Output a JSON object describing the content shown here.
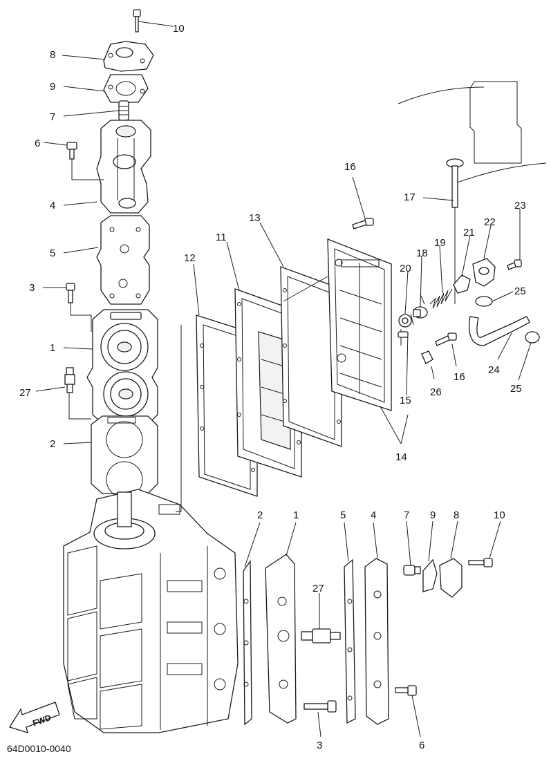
{
  "diagram": {
    "reference_code": "64D0010-0040",
    "direction_label": "FWD",
    "callouts": [
      {
        "id": "c10a",
        "label": "10"
      },
      {
        "id": "c8a",
        "label": "8"
      },
      {
        "id": "c9a",
        "label": "9"
      },
      {
        "id": "c7a",
        "label": "7"
      },
      {
        "id": "c6a",
        "label": "6"
      },
      {
        "id": "c4a",
        "label": "4"
      },
      {
        "id": "c5a",
        "label": "5"
      },
      {
        "id": "c3a",
        "label": "3"
      },
      {
        "id": "c1a",
        "label": "1"
      },
      {
        "id": "c27a",
        "label": "27"
      },
      {
        "id": "c2a",
        "label": "2"
      },
      {
        "id": "c12",
        "label": "12"
      },
      {
        "id": "c11",
        "label": "11"
      },
      {
        "id": "c13",
        "label": "13"
      },
      {
        "id": "c16a",
        "label": "16"
      },
      {
        "id": "c17",
        "label": "17"
      },
      {
        "id": "c23",
        "label": "23"
      },
      {
        "id": "c22",
        "label": "22"
      },
      {
        "id": "c21",
        "label": "21"
      },
      {
        "id": "c19",
        "label": "19"
      },
      {
        "id": "c18",
        "label": "18"
      },
      {
        "id": "c20",
        "label": "20"
      },
      {
        "id": "c25a",
        "label": "25"
      },
      {
        "id": "c16b",
        "label": "16"
      },
      {
        "id": "c24",
        "label": "24"
      },
      {
        "id": "c25b",
        "label": "25"
      },
      {
        "id": "c26",
        "label": "26"
      },
      {
        "id": "c15",
        "label": "15"
      },
      {
        "id": "c14",
        "label": "14"
      },
      {
        "id": "c2b",
        "label": "2"
      },
      {
        "id": "c1b",
        "label": "1"
      },
      {
        "id": "c5b",
        "label": "5"
      },
      {
        "id": "c4b",
        "label": "4"
      },
      {
        "id": "c7b",
        "label": "7"
      },
      {
        "id": "c9b",
        "label": "9"
      },
      {
        "id": "c8b",
        "label": "8"
      },
      {
        "id": "c10b",
        "label": "10"
      },
      {
        "id": "c27b",
        "label": "27"
      },
      {
        "id": "c3b",
        "label": "3"
      },
      {
        "id": "c6b",
        "label": "6"
      }
    ]
  }
}
